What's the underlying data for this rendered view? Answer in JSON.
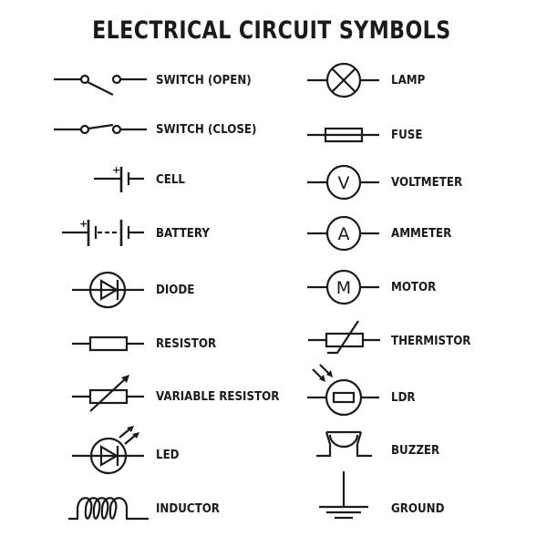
{
  "title": "ELECTRICAL CIRCUIT SYMBOLS",
  "colors": {
    "ink": "#1a1a1a",
    "background": "#ffffff"
  },
  "left_column": [
    {
      "symbol": "switch-open",
      "label": "SWITCH (OPEN)"
    },
    {
      "symbol": "switch-closed",
      "label": "SWITCH (CLOSE)"
    },
    {
      "symbol": "cell",
      "label": "CELL"
    },
    {
      "symbol": "battery",
      "label": "BATTERY"
    },
    {
      "symbol": "diode",
      "label": "DIODE"
    },
    {
      "symbol": "resistor",
      "label": "RESISTOR"
    },
    {
      "symbol": "variable-resistor",
      "label": "VARIABLE RESISTOR"
    },
    {
      "symbol": "led",
      "label": "LED"
    },
    {
      "symbol": "inductor",
      "label": "INDUCTOR"
    }
  ],
  "right_column": [
    {
      "symbol": "lamp",
      "label": "LAMP"
    },
    {
      "symbol": "fuse",
      "label": "FUSE"
    },
    {
      "symbol": "voltmeter",
      "label": "VOLTMETER",
      "glyph": "V"
    },
    {
      "symbol": "ammeter",
      "label": "AMMETER",
      "glyph": "A"
    },
    {
      "symbol": "motor",
      "label": "MOTOR",
      "glyph": "M"
    },
    {
      "symbol": "thermistor",
      "label": "THERMISTOR"
    },
    {
      "symbol": "ldr",
      "label": "LDR"
    },
    {
      "symbol": "buzzer",
      "label": "BUZZER"
    },
    {
      "symbol": "ground",
      "label": "GROUND"
    }
  ],
  "cell_polarity": "+"
}
